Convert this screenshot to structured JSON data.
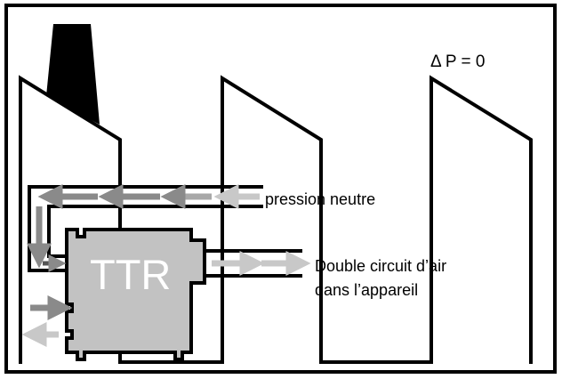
{
  "labels": {
    "delta_p": "Δ P = 0",
    "neutral_pressure": "pression neutre",
    "unit_name": "TTR",
    "double_circuit_line1": "Double circuit d’air",
    "double_circuit_line2": "dans l’appareil"
  },
  "colors": {
    "outline": "#000000",
    "unit_fill": "#c2c2c2",
    "arrow_dark": "#8a8a8a",
    "arrow_light": "#c8c8c8",
    "background": "#ffffff",
    "unit_text": "#ffffff"
  },
  "icons": {
    "chimney": "chimney-icon",
    "arrow": "air-flow-arrow-icon"
  }
}
